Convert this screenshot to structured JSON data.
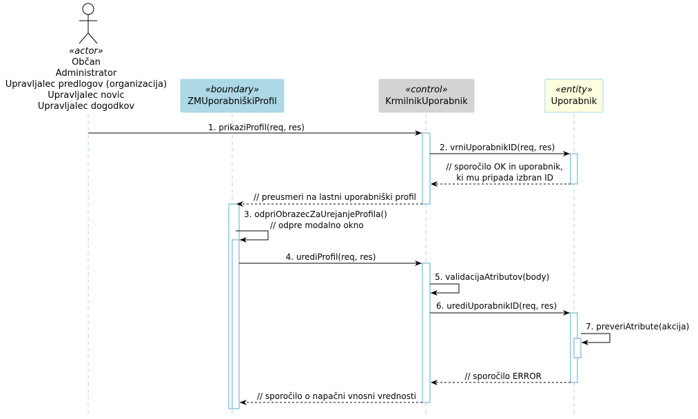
{
  "participants": {
    "actor": {
      "stereotype": "«actor»",
      "lines": [
        "Občan",
        "Administrator",
        "Upravljalec predlogov (organizacija)",
        "Upravljalec novic",
        "Upravljalec dogodkov"
      ]
    },
    "boundary": {
      "stereotype": "«boundary»",
      "name": "ZMUporabniškiProfil",
      "color": "#ADD8E6"
    },
    "control": {
      "stereotype": "«control»",
      "name": "KrmilnikUporabnik",
      "color": "#D3D3D3"
    },
    "entity": {
      "stereotype": "«entity»",
      "name": "Uporabnik",
      "color": "#FFFFE0"
    }
  },
  "messages": [
    {
      "id": "m1",
      "lines": [
        "1. prikaziProfil(req, res)"
      ],
      "kind": "sync"
    },
    {
      "id": "m2",
      "lines": [
        "2. vrniUporabnikID(req, res)"
      ],
      "kind": "sync"
    },
    {
      "id": "m3",
      "lines": [
        "// sporočilo OK in uporabnik,",
        "ki mu pripada izbran ID"
      ],
      "kind": "return"
    },
    {
      "id": "m4",
      "lines": [
        "// preusmeri na lastni uporabniški profil"
      ],
      "kind": "return"
    },
    {
      "id": "m5",
      "lines": [
        "3. odpriObrazecZaUrejanjeProfila()",
        "// odpre modalno okno"
      ],
      "kind": "self"
    },
    {
      "id": "m6",
      "lines": [
        "4. urediProfil(req, res)"
      ],
      "kind": "sync"
    },
    {
      "id": "m7",
      "lines": [
        "5. validacijaAtributov(body)"
      ],
      "kind": "self"
    },
    {
      "id": "m8",
      "lines": [
        "6. urediUporabnikID(req, res)"
      ],
      "kind": "sync"
    },
    {
      "id": "m9",
      "lines": [
        "7. preveriAtribute(akcija)"
      ],
      "kind": "self"
    },
    {
      "id": "m10",
      "lines": [
        "// sporočilo ERROR"
      ],
      "kind": "return"
    },
    {
      "id": "m11",
      "lines": [
        "// sporočilo o napačni vnosni vrednosti"
      ],
      "kind": "return"
    }
  ],
  "colors": {
    "lifeline": "#A7D1EE",
    "activation_border": "#5BA7CF",
    "arrow": "#000000"
  }
}
